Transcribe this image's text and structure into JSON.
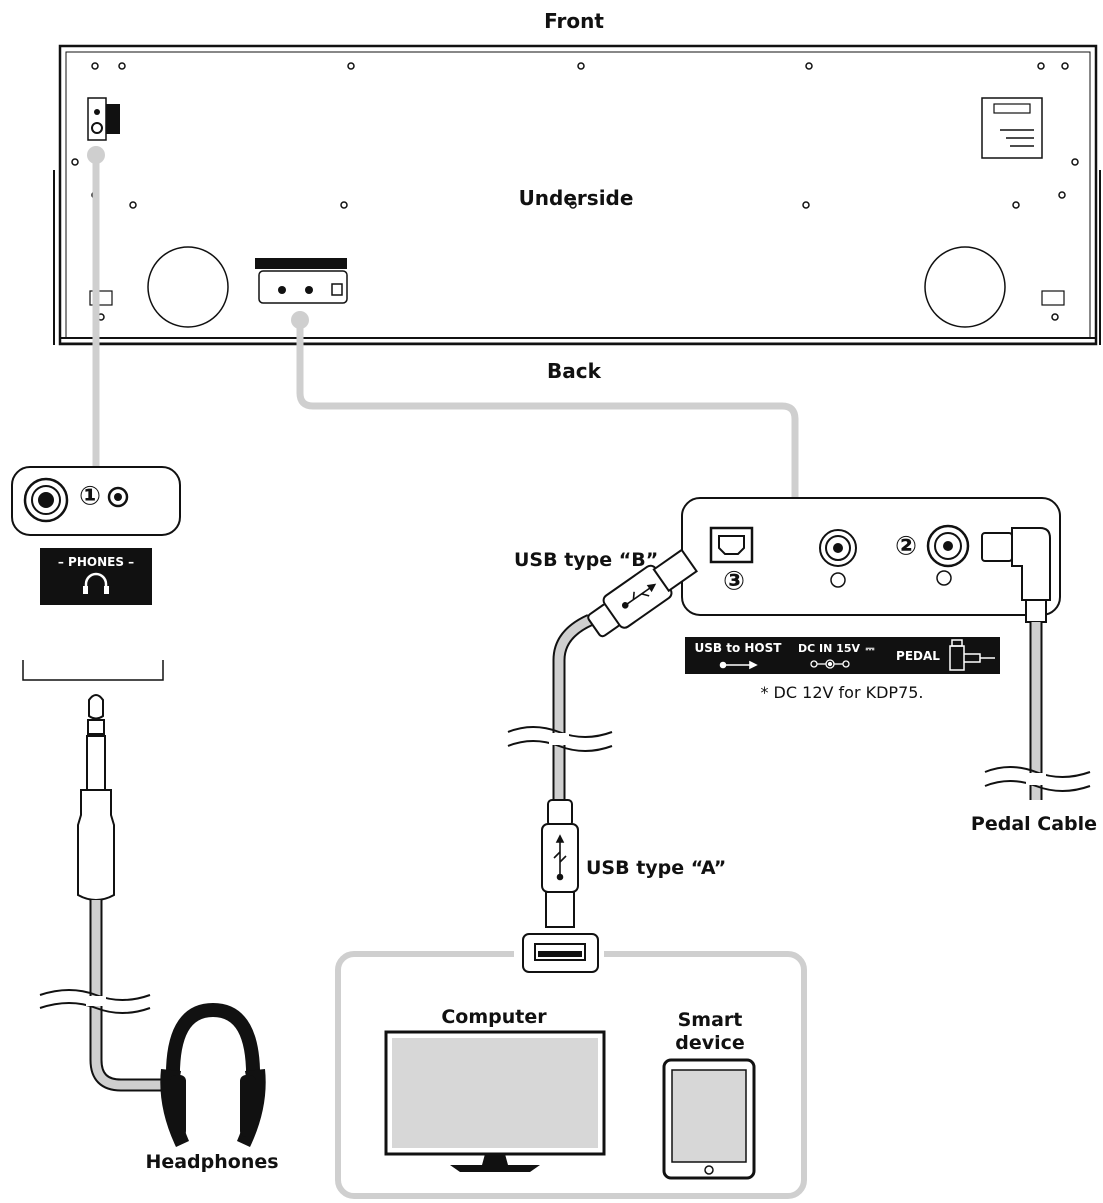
{
  "labels": {
    "front": "Front",
    "underside": "Underside",
    "back": "Back",
    "usb_type_b": "USB type “B”",
    "usb_type_a": "USB type “A”",
    "phones": "– PHONES –",
    "usb_to_host": "USB to HOST",
    "dc_in": "DC IN 15V",
    "dc_in_symbol": "⎓",
    "pedal": "PEDAL",
    "dc_note": "* DC 12V for KDP75.",
    "pedal_cable": "Pedal Cable",
    "computer": "Computer",
    "smart_device_line1": "Smart",
    "smart_device_line2": "device",
    "headphones": "Headphones"
  },
  "markers": {
    "one": "①",
    "two": "②",
    "three": "③"
  },
  "colors": {
    "line": "#111111",
    "cable_gray": "#cfcfcf",
    "panel_black": "#111111",
    "screen_fill": "#d7d7d7"
  }
}
